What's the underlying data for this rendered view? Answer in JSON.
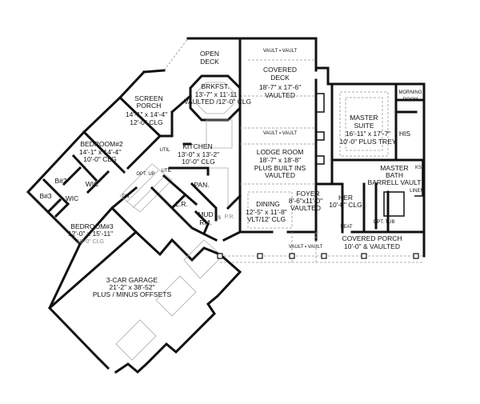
{
  "rooms": {
    "open_deck": {
      "name1": "OPEN",
      "name2": "DECK"
    },
    "covered_deck": {
      "vault": "VAULT ▪ VAULT",
      "name1": "COVERED",
      "name2": "DECK",
      "size": "18'-7\" x 17'-6\"",
      "note": "VAULTED"
    },
    "brkfst": {
      "name": "BRKFST.",
      "size": "13'-7\" x 11'-11",
      "note": "VAULTED /12'-0\" CLG"
    },
    "screen_porch": {
      "name1": "SCREEN",
      "name2": "PORCH",
      "size": "14'-1\" x 14'-4\"",
      "note": "12'-0\" CLG"
    },
    "lodge_room": {
      "vault": "VAULT ▪ VAULT",
      "name": "LODGE ROOM",
      "size": "18'-7\" x 18'-8\"",
      "note1": "PLUS BUILT INS",
      "note2": "VAULTED"
    },
    "kitchen": {
      "name": "KITCHEN",
      "size": "13'-0\" x 13'-2\"",
      "note": "10'-0\" CLG"
    },
    "master_suite": {
      "name1": "MASTER",
      "name2": "SUITE",
      "size": "16'-11\" x 17'-7\"",
      "note": "10'-0\" PLUS TREY"
    },
    "morning_room": {
      "name1": "MORNING",
      "name2": "ROOM"
    },
    "his": {
      "name": "HIS"
    },
    "master_bath": {
      "name1": "MASTER",
      "name2": "BATH",
      "note": "BARRELL VAULT",
      "ks": "KS",
      "linen": "LINEN"
    },
    "her": {
      "name": "HER",
      "note": "10'-0\" CLG",
      "seat": "SEAT"
    },
    "opt_tub": {
      "name": "OPT. TUB"
    },
    "covered_porch": {
      "name": "COVERED PORCH",
      "note": "10'-0\" & VAULTED"
    },
    "foyer": {
      "name": "FOYER",
      "size": "8'-6\"x11'-0\"",
      "note": "VAULTED"
    },
    "dining": {
      "name": "DINING",
      "size": "12'-5\" x 11'-8\"",
      "note": "VLT/12' CLG"
    },
    "front_vault": {
      "label": "VAULT ▪ VAULT"
    },
    "bedroom2": {
      "name": "BEDROOM#2",
      "size": "14'-1\" x 14'-4\"",
      "note": "10'-0\" CLG"
    },
    "bath2": {
      "name": "B#2"
    },
    "wic1": {
      "name": "WIC"
    },
    "bath3": {
      "name": "B#3"
    },
    "wic2": {
      "name": "WIC"
    },
    "stairs": {
      "dn": "DN",
      "opt_up": "OPT. UP"
    },
    "util1": {
      "name": "UTIL"
    },
    "util2": {
      "name": "UTIL"
    },
    "pantry": {
      "name": "PAN."
    },
    "lr": {
      "name": "L.R."
    },
    "mud_rm": {
      "name1": "MUD",
      "name2": "RM.",
      "ks": "KS"
    },
    "pr": {
      "name": "P.R."
    },
    "bedroom3": {
      "name": "BEDROOM#3",
      "size": "12'-0\" x 15'-11\"",
      "note": "10'-0\" CLG"
    },
    "garage": {
      "name": "3-CAR GARAGE",
      "size": "21'-2\" x 38'-52\"",
      "note": "PLUS / MINUS OFFSETS"
    }
  }
}
